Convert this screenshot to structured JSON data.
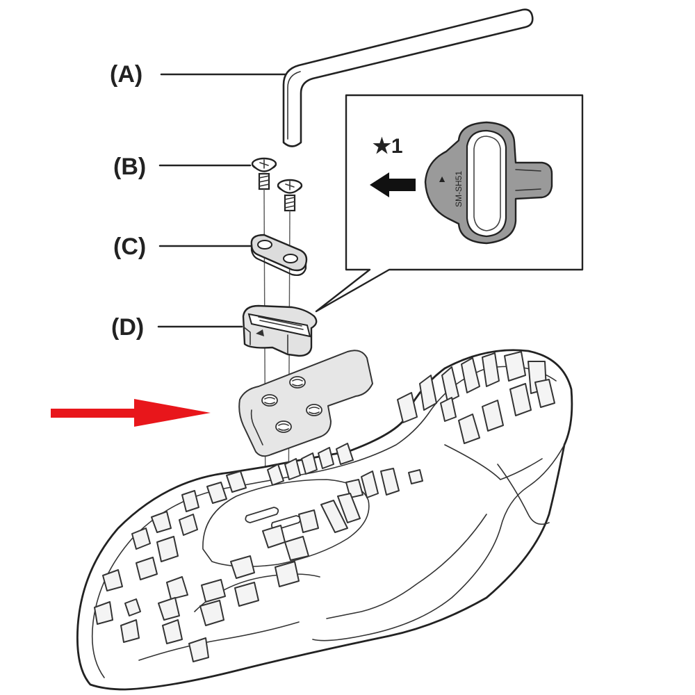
{
  "labels": {
    "a": "(A)",
    "b": "(B)",
    "c": "(C)",
    "d": "(D)"
  },
  "inset": {
    "note": "★1",
    "cleat_text": "SM-SH51",
    "cleat_mark": "▲"
  },
  "colors": {
    "line": "#222222",
    "pointer_arrow": "#e8161b",
    "cleat_fill": "#9a9a9a",
    "plate_fill": "#e6e6e6"
  }
}
